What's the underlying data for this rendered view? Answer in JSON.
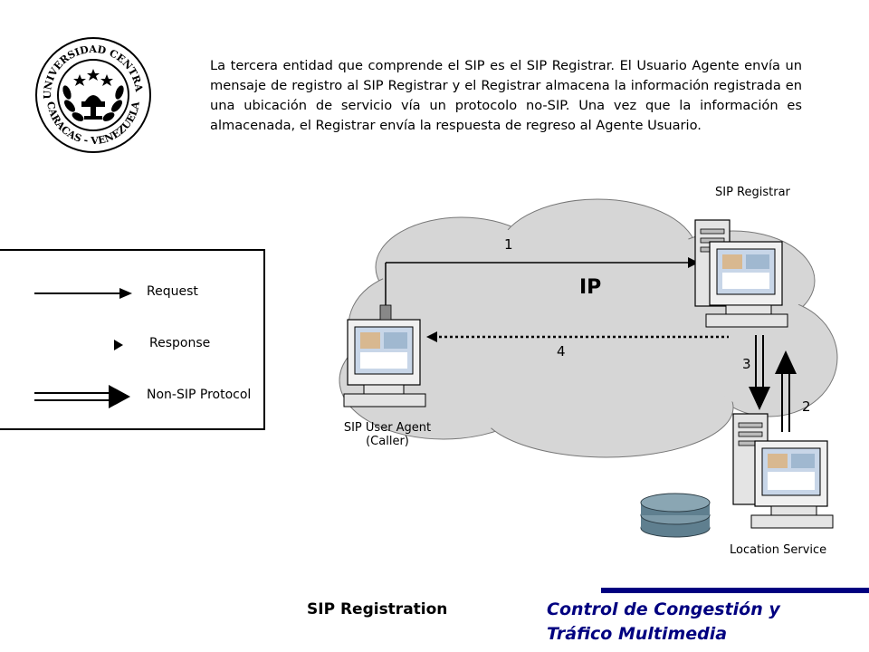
{
  "seal": {
    "top_text": "UNIVERSIDAD CENTRAL",
    "bottom_text": "CARACAS - VENEZUELA"
  },
  "description": "La tercera entidad que comprende el SIP es el SIP Registrar. El Usuario Agente envía un mensaje de registro al SIP Registrar y el Registrar almacena la información registrada en una ubicación de servicio vía un protocolo no-SIP. Una vez que la información es almacenada, el Registrar envía la  respuesta de regreso al Agente Usuario.",
  "legend": {
    "items": [
      {
        "label": "Request"
      },
      {
        "label": "Response"
      },
      {
        "label": "Non-SIP Protocol"
      }
    ]
  },
  "diagram": {
    "cloud_label": "IP",
    "registrar_label": "SIP Registrar",
    "user_agent_label_line1": "SIP User Agent",
    "user_agent_label_line2": "(Caller)",
    "location_label": "Location Service",
    "step_1": "1",
    "step_2": "2",
    "step_3": "3",
    "step_4": "4"
  },
  "footer": {
    "title": "SIP Registration",
    "course_line1": "Control de Congestión y",
    "course_line2": "Tráfico Multimedia"
  },
  "colors": {
    "accent": "#000080",
    "cloud": "#d6d6d6",
    "disk": "#5f7f8f"
  }
}
